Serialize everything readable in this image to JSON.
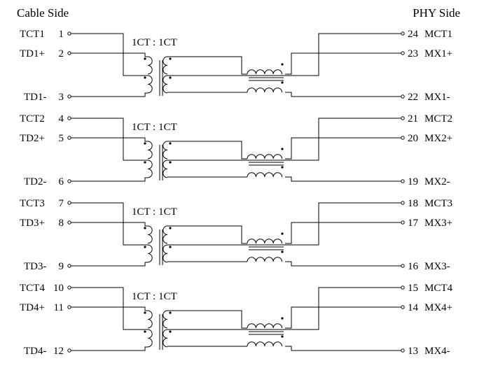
{
  "headers": {
    "left": "Cable Side",
    "right": "PHY Side"
  },
  "ratio_label": "1CT : 1CT",
  "channels": [
    {
      "left": [
        {
          "name": "TCT1",
          "num": "1"
        },
        {
          "name": "TD1+",
          "num": "2"
        },
        {
          "name": "TD1-",
          "num": "3"
        }
      ],
      "right": [
        {
          "name": "MCT1",
          "num": "24"
        },
        {
          "name": "MX1+",
          "num": "23"
        },
        {
          "name": "MX1-",
          "num": "22"
        }
      ]
    },
    {
      "left": [
        {
          "name": "TCT2",
          "num": "4"
        },
        {
          "name": "TD2+",
          "num": "5"
        },
        {
          "name": "TD2-",
          "num": "6"
        }
      ],
      "right": [
        {
          "name": "MCT2",
          "num": "21"
        },
        {
          "name": "MX2+",
          "num": "20"
        },
        {
          "name": "MX2-",
          "num": "19"
        }
      ]
    },
    {
      "left": [
        {
          "name": "TCT3",
          "num": "7"
        },
        {
          "name": "TD3+",
          "num": "8"
        },
        {
          "name": "TD3-",
          "num": "9"
        }
      ],
      "right": [
        {
          "name": "MCT3",
          "num": "18"
        },
        {
          "name": "MX3+",
          "num": "17"
        },
        {
          "name": "MX3-",
          "num": "16"
        }
      ]
    },
    {
      "left": [
        {
          "name": "TCT4",
          "num": "10"
        },
        {
          "name": "TD4+",
          "num": "11"
        },
        {
          "name": "TD4-",
          "num": "12"
        }
      ],
      "right": [
        {
          "name": "MCT4",
          "num": "15"
        },
        {
          "name": "MX4+",
          "num": "14"
        },
        {
          "name": "MX4-",
          "num": "13"
        }
      ]
    }
  ]
}
